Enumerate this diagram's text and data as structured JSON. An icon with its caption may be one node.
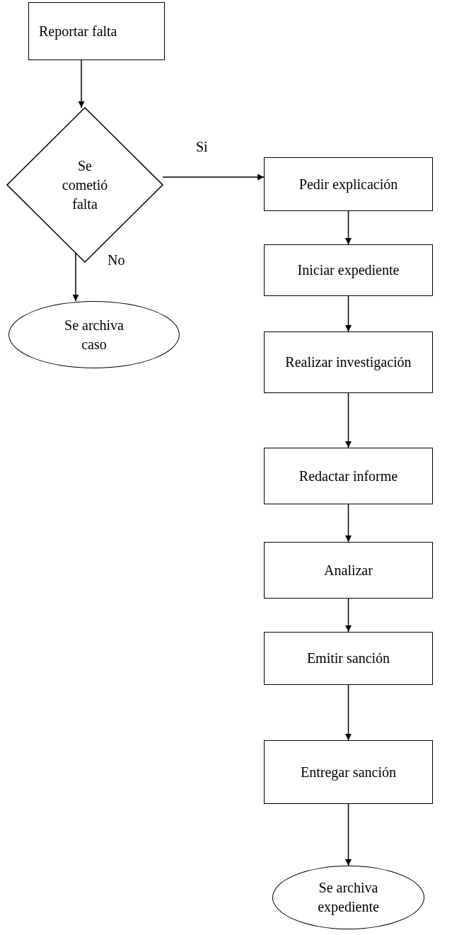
{
  "diagram": {
    "nodes": [
      {
        "text": [
          "Reportar falta"
        ]
      },
      {
        "text": [
          "Se cometió falta"
        ]
      },
      {
        "text": [
          "Se archiva caso"
        ]
      },
      {
        "text": [
          "Pedir explicación"
        ]
      },
      {
        "text": [
          "Iniciar expediente"
        ]
      },
      {
        "text": [
          "Realizar investigación"
        ]
      },
      {
        "text": [
          "Redactar informe"
        ]
      },
      {
        "text": [
          "Analizar"
        ]
      },
      {
        "text": [
          "Emitir sanción"
        ]
      },
      {
        "text": [
          "Entregar sanción"
        ]
      },
      {
        "text": [
          "Se archiva expediente"
        ]
      }
    ],
    "edges": [
      {
        "from": 0,
        "to": 1,
        "arrow": "to"
      },
      {
        "from": 1,
        "to": 3,
        "arrow": "to",
        "label": "Si"
      },
      {
        "from": 1,
        "to": 2,
        "arrow": "to",
        "label": "No"
      },
      {
        "from": 3,
        "to": 4,
        "arrow": "to"
      },
      {
        "from": 4,
        "to": 5,
        "arrow": "to"
      },
      {
        "from": 5,
        "to": 6,
        "arrow": "to"
      },
      {
        "from": 6,
        "to": 7,
        "arrow": "to"
      },
      {
        "from": 7,
        "to": 8,
        "arrow": "to"
      },
      {
        "from": 8,
        "to": 9,
        "arrow": "to"
      },
      {
        "from": 9,
        "to": 10,
        "arrow": "to"
      }
    ]
  }
}
